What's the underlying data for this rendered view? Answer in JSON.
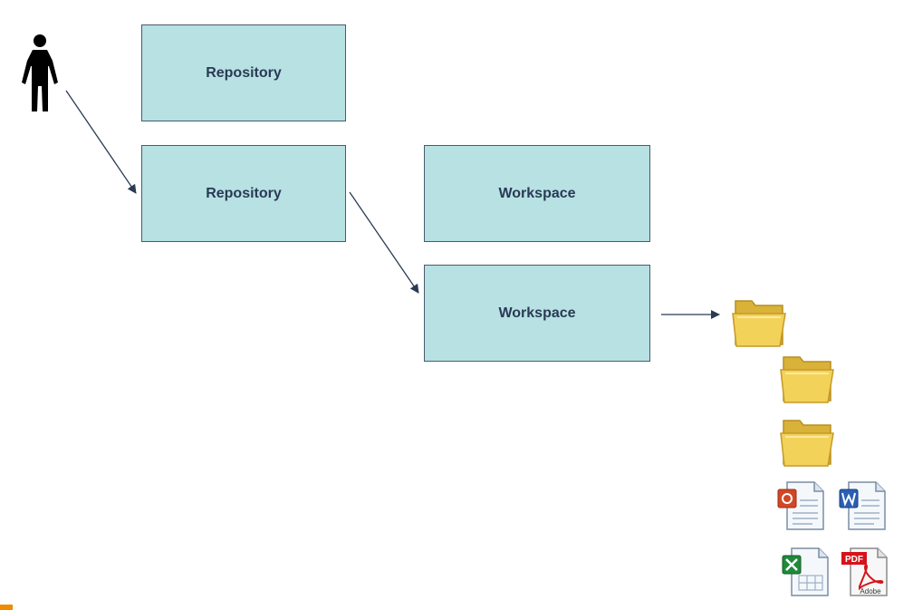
{
  "diagram": {
    "boxes": {
      "repository_top": "Repository",
      "repository_bottom": "Repository",
      "workspace_top": "Workspace",
      "workspace_bottom": "Workspace"
    },
    "icons": {
      "user": "person-icon",
      "folders": [
        "folder-icon",
        "folder-icon",
        "folder-icon"
      ],
      "documents": [
        "powerpoint-file-icon",
        "word-file-icon",
        "excel-file-icon",
        "pdf-file-icon"
      ],
      "pdf_badge": "PDF",
      "pdf_brand": "Adobe"
    },
    "colors": {
      "box_fill": "#b7e1e3",
      "box_border": "#4a5a6a",
      "box_text": "#2a3a55",
      "arrow": "#2a3a55",
      "folder": "#f3d25a",
      "accent": "#f08a00"
    }
  }
}
